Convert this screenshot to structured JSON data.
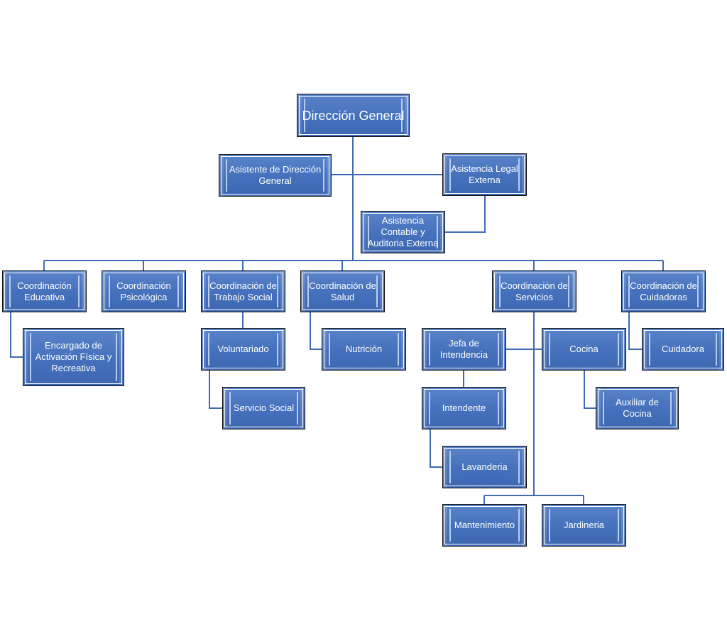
{
  "org": {
    "direccion": "Dirección General",
    "asistente": "Asistente de Dirección General",
    "legal": "Asistencia Legal Externa",
    "contable": "Asistencia Contable y Auditoria Externa",
    "coord_educativa": "Coordinación Educativa",
    "coord_psicologica": "Coordinación Psicológica",
    "coord_trabajo_social": "Coordinación de Trabajo Social",
    "coord_salud": "Coordinación de Salud",
    "coord_servicios": "Coordinación de Servicios",
    "coord_cuidadoras": "Coordinación de Cuidadoras",
    "encargado": "Encargado de Activación Física y Recreativa",
    "voluntariado": "Voluntariado",
    "servicio_social": "Servicio Social",
    "nutricion": "Nutrición",
    "jefa": "Jefa de Intendencia",
    "cocina": "Cocina",
    "cuidadora": "Cuidadora",
    "intendente": "Intendente",
    "auxiliar": "Auxiliar de Cocina",
    "lavanderia": "Lavanderia",
    "mantenimiento": "Mantenimiento",
    "jardineria": "Jardineria"
  },
  "colors": {
    "box": "#4672bd",
    "line": "#3f6bb5",
    "border": "#111111"
  }
}
